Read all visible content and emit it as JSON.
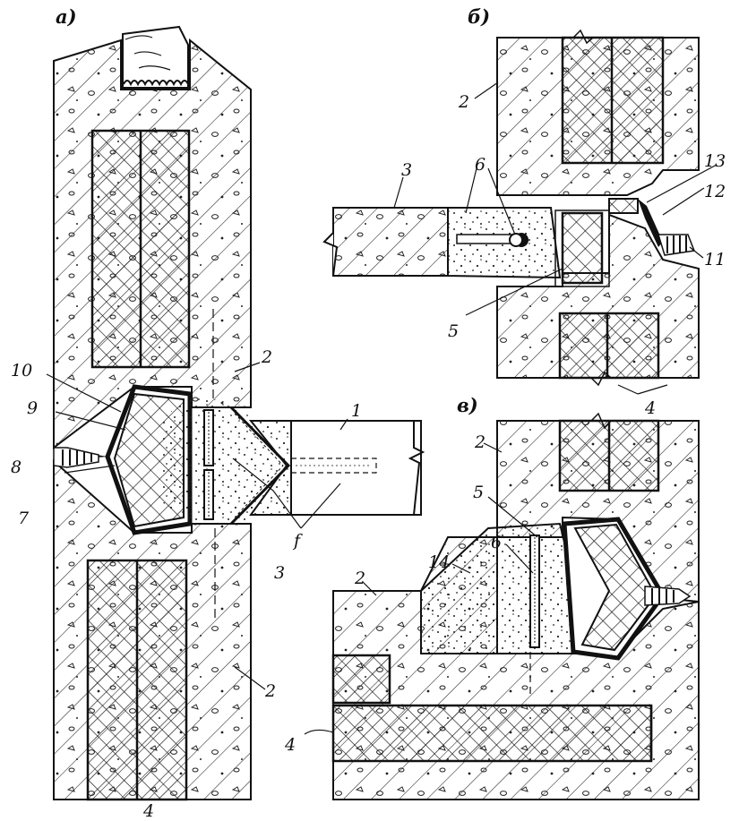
{
  "panels": [
    {
      "key": "a",
      "caption": "а)"
    },
    {
      "key": "b",
      "caption": "б)"
    },
    {
      "key": "v",
      "caption": "в)"
    }
  ],
  "callouts": {
    "a_1": "1",
    "a_2_upper": "2",
    "a_2_lower": "2",
    "a_f": "f",
    "a_3": "3",
    "a_4": "4",
    "a_7": "7",
    "a_8": "8",
    "a_9": "9",
    "a_10": "10",
    "b_2": "2",
    "b_3": "3",
    "b_4": "4",
    "b_5": "5",
    "b_6": "6",
    "b_11": "11",
    "b_12": "12",
    "b_13": "13",
    "v_2_upper": "2",
    "v_2_left": "2",
    "v_4": "4",
    "v_5": "5",
    "v_6": "6",
    "v_14": "14"
  },
  "colors": {
    "ink": "#111111",
    "paper": "#ffffff",
    "concrete_fill": "#ffffff"
  }
}
